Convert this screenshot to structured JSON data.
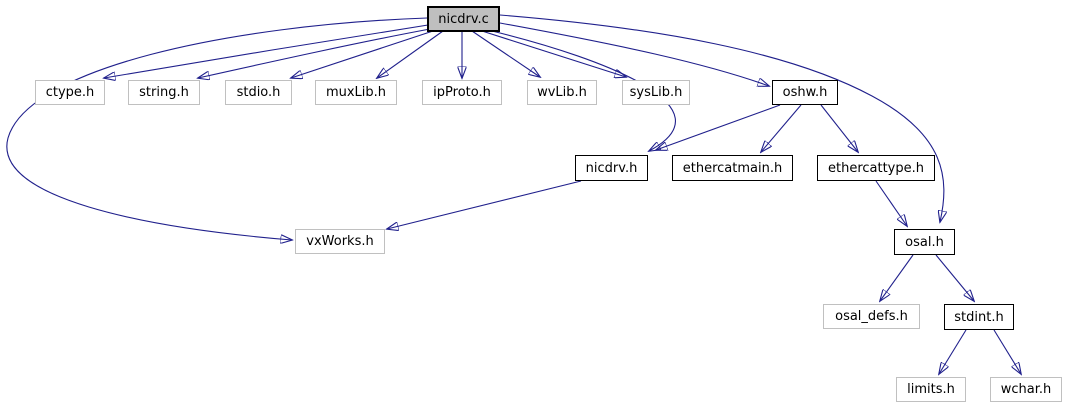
{
  "graph": {
    "type": "include-dependency-graph",
    "root": "nicdrv.c",
    "colors": {
      "edge": "#20208c",
      "documented_node_border": "#000000",
      "external_node_border": "#c0c0c0",
      "root_node_fill": "#bfbfbf",
      "node_fill": "#ffffff",
      "text": "#000000"
    },
    "nodes": [
      {
        "label": "nicdrv.c",
        "kind": "root"
      },
      {
        "label": "ctype.h",
        "kind": "external"
      },
      {
        "label": "string.h",
        "kind": "external"
      },
      {
        "label": "stdio.h",
        "kind": "external"
      },
      {
        "label": "muxLib.h",
        "kind": "external"
      },
      {
        "label": "ipProto.h",
        "kind": "external"
      },
      {
        "label": "wvLib.h",
        "kind": "external"
      },
      {
        "label": "sysLib.h",
        "kind": "external"
      },
      {
        "label": "oshw.h",
        "kind": "documented"
      },
      {
        "label": "nicdrv.h",
        "kind": "documented"
      },
      {
        "label": "ethercatmain.h",
        "kind": "documented"
      },
      {
        "label": "ethercattype.h",
        "kind": "documented"
      },
      {
        "label": "vxWorks.h",
        "kind": "external"
      },
      {
        "label": "osal.h",
        "kind": "documented"
      },
      {
        "label": "osal_defs.h",
        "kind": "external"
      },
      {
        "label": "stdint.h",
        "kind": "documented"
      },
      {
        "label": "limits.h",
        "kind": "external"
      },
      {
        "label": "wchar.h",
        "kind": "external"
      }
    ],
    "edges": [
      {
        "from": "nicdrv.c",
        "to": "ctype.h"
      },
      {
        "from": "nicdrv.c",
        "to": "string.h"
      },
      {
        "from": "nicdrv.c",
        "to": "stdio.h"
      },
      {
        "from": "nicdrv.c",
        "to": "muxLib.h"
      },
      {
        "from": "nicdrv.c",
        "to": "ipProto.h"
      },
      {
        "from": "nicdrv.c",
        "to": "wvLib.h"
      },
      {
        "from": "nicdrv.c",
        "to": "sysLib.h"
      },
      {
        "from": "nicdrv.c",
        "to": "oshw.h"
      },
      {
        "from": "nicdrv.c",
        "to": "nicdrv.h"
      },
      {
        "from": "nicdrv.c",
        "to": "vxWorks.h"
      },
      {
        "from": "nicdrv.c",
        "to": "osal.h"
      },
      {
        "from": "oshw.h",
        "to": "nicdrv.h"
      },
      {
        "from": "oshw.h",
        "to": "ethercatmain.h"
      },
      {
        "from": "oshw.h",
        "to": "ethercattype.h"
      },
      {
        "from": "nicdrv.h",
        "to": "vxWorks.h"
      },
      {
        "from": "ethercattype.h",
        "to": "osal.h"
      },
      {
        "from": "osal.h",
        "to": "osal_defs.h"
      },
      {
        "from": "osal.h",
        "to": "stdint.h"
      },
      {
        "from": "stdint.h",
        "to": "limits.h"
      },
      {
        "from": "stdint.h",
        "to": "wchar.h"
      }
    ]
  }
}
